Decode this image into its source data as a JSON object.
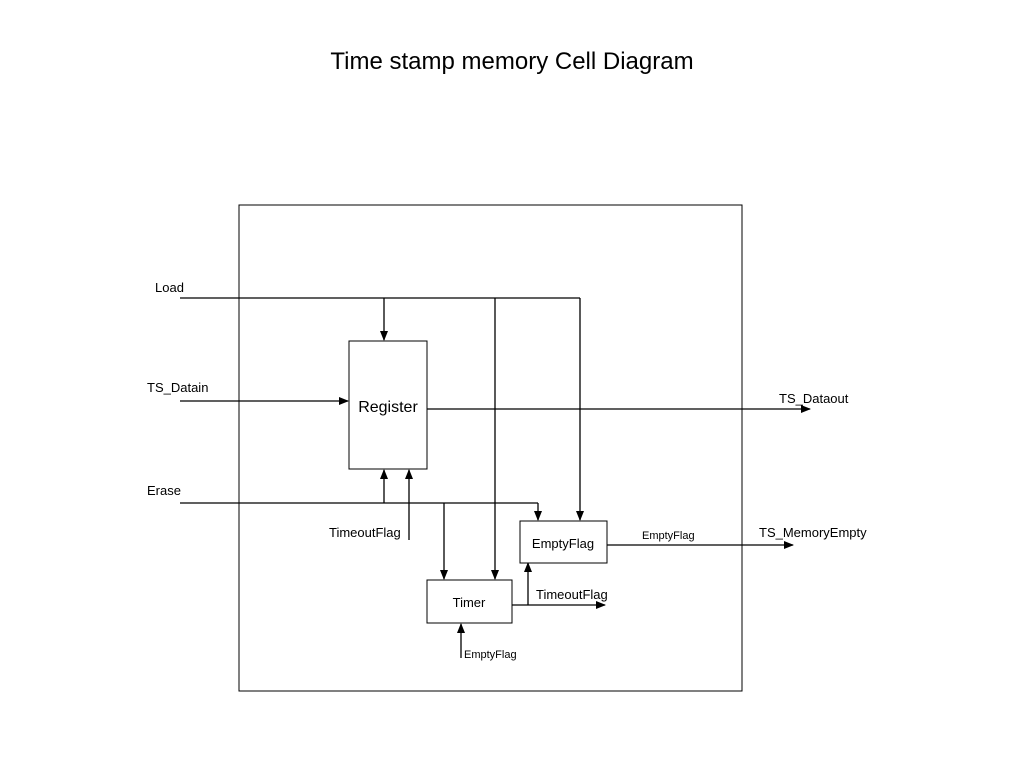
{
  "title": "Time stamp memory Cell Diagram",
  "blocks": {
    "register": "Register",
    "empty_flag": "EmptyFlag",
    "timer": "Timer"
  },
  "signals": {
    "load": "Load",
    "ts_datain": "TS_Datain",
    "erase": "Erase",
    "ts_dataout": "TS_Dataout",
    "ts_memory_empty": "TS_MemoryEmpty",
    "timeout_flag_register_in": "TimeoutFlag",
    "timeout_flag_timer_out": "TimeoutFlag",
    "empty_flag_out": "EmptyFlag",
    "empty_flag_timer_in": "EmptyFlag"
  }
}
